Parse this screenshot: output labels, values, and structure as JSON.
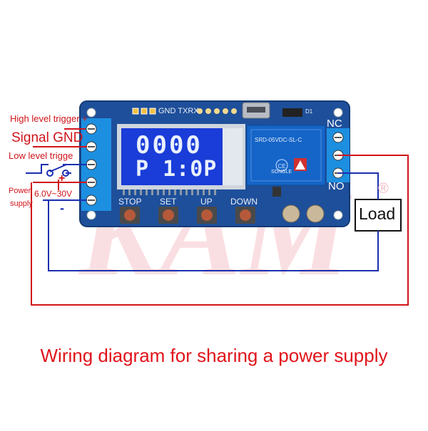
{
  "labels": {
    "high_level_trigger": "High level trigger +",
    "signal_gnd": "Signal GND",
    "low_level_trigger": "Low level trigge",
    "power_supply_line1": "Power",
    "power_supply_line2": "supply",
    "voltage_range": "6.0V~30V",
    "plus_sign": "+",
    "minus_sign": "-",
    "nc": "NC",
    "no": "NO",
    "load": "Load",
    "registered": "®"
  },
  "board": {
    "header_label": "GND TXRX",
    "d1_label": "D1",
    "lcd_top": "0000",
    "lcd_bottom": "P 1:0P",
    "buttons": [
      "STOP",
      "SET",
      "UP",
      "DOWN"
    ],
    "relay_text": [
      "SRD-05VDC-SL-C",
      "SONGLE"
    ]
  },
  "watermark": "KAM",
  "caption": "Wiring diagram for sharing a power supply",
  "colors": {
    "red_wire": "#d0141a",
    "blue_wire": "#1a2fb0",
    "board": "#1e4f9a",
    "terminal": "#1d8fe0",
    "lcd": "#1a3cd8",
    "relay": "#1565c8"
  }
}
